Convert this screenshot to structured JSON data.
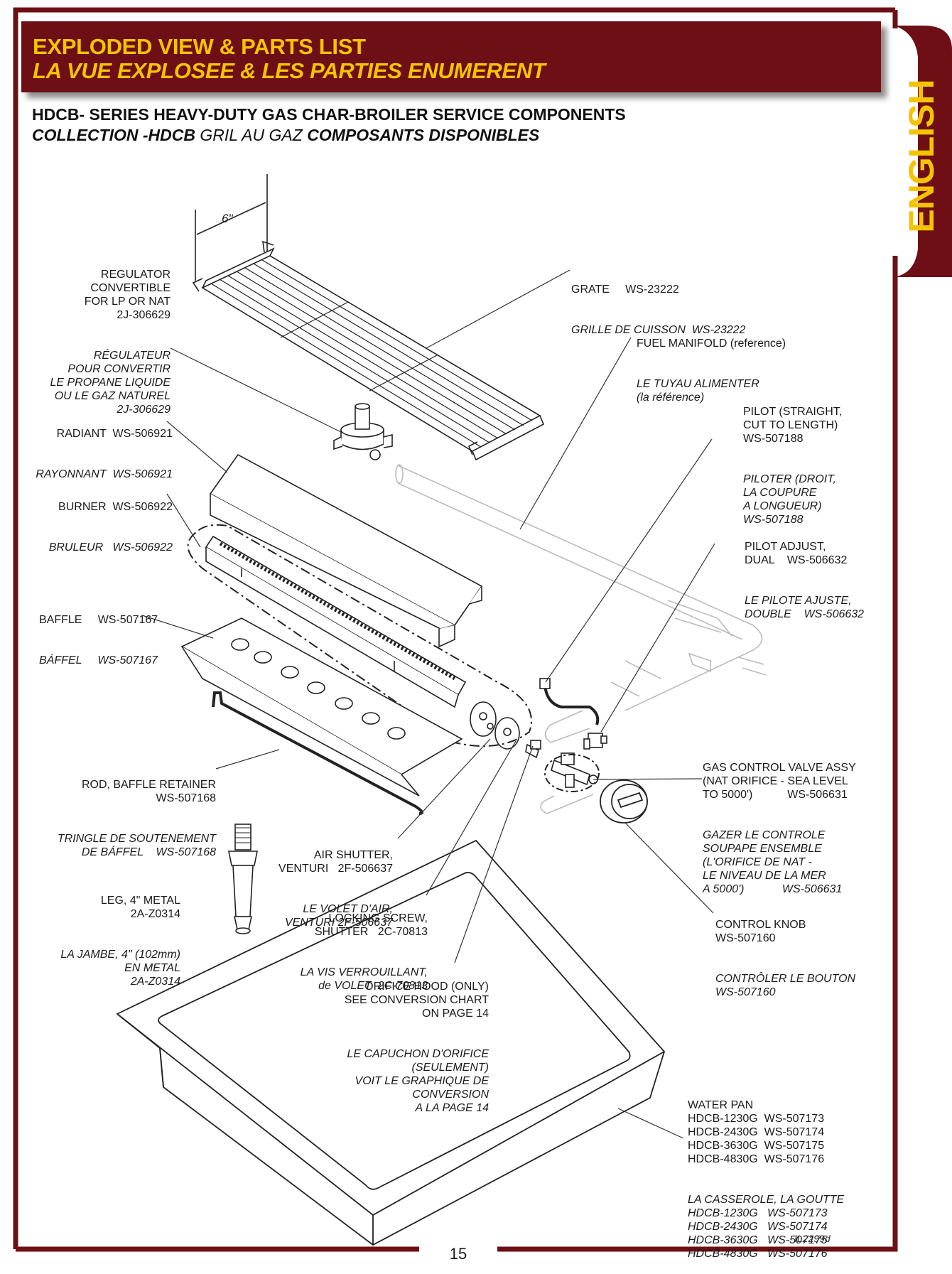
{
  "header": {
    "title_en": "EXPLODED VIEW & PARTS LIST",
    "title_fr": "LA VUE EXPLOSEE & LES PARTIES ENUMERENT",
    "tab_language": "ENGLISH"
  },
  "subtitle": {
    "line1": "HDCB- SERIES HEAVY-DUTY GAS CHAR-BROILER SERVICE COMPONENTS",
    "line2_bold_a": "COLLECTION -HDCB",
    "line2_plain": " GRIL AU GAZ ",
    "line2_bold_b": "COMPOSANTS DISPONIBLES"
  },
  "dimension_label": "6\"",
  "parts": {
    "regulator": {
      "en": "REGULATOR\nCONVERTIBLE\nFOR LP OR NAT\n2J-306629",
      "fr": "RÉGULATEUR\nPOUR CONVERTIR\nLE PROPANE LIQUIDE\nOU LE GAZ NATUREL\n2J-306629"
    },
    "grate": {
      "en": "GRATE     WS-23222",
      "fr": "GRILLE DE CUISSON  WS-23222"
    },
    "fuel_manifold": {
      "en": "FUEL MANIFOLD (reference)",
      "fr": "LE TUYAU ALIMENTER\n(la référence)"
    },
    "pilot": {
      "en": "PILOT (STRAIGHT,\nCUT TO LENGTH)\nWS-507188",
      "fr": "PILOTER (DROIT,\nLA COUPURE\nA LONGUEUR)\nWS-507188"
    },
    "radiant": {
      "en": "RADIANT  WS-506921",
      "fr": "RAYONNANT  WS-506921"
    },
    "burner": {
      "en": "BURNER  WS-506922",
      "fr": "BRULEUR   WS-506922"
    },
    "pilot_adjust": {
      "en": "PILOT ADJUST,\nDUAL    WS-506632",
      "fr": "LE PILOTE AJUSTE,\nDOUBLE    WS-506632"
    },
    "baffle": {
      "en": "BAFFLE     WS-507167",
      "fr": "BÁFFEL     WS-507167"
    },
    "gas_control_valve": {
      "en": "GAS CONTROL VALVE ASSY\n(NAT ORIFICE - SEA LEVEL\nTO 5000')           WS-506631",
      "fr": "GAZER LE CONTROLE\nSOUPAPE ENSEMBLE\n(L'ORIFICE DE NAT -\nLE NIVEAU DE LA MER\nA 5000')            WS-506631"
    },
    "rod_baffle_retainer": {
      "en": "ROD, BAFFLE RETAINER\nWS-507168",
      "fr": "TRINGLE DE SOUTENEMENT\nDE BÁFFEL    WS-507168"
    },
    "air_shutter": {
      "en": "AIR SHUTTER,\nVENTURI   2F-506637",
      "fr": "LE VOLET D'AIR,\nVENTURI 2F-506637"
    },
    "leg": {
      "en": "LEG, 4\" METAL\n2A-Z0314",
      "fr": "LA JAMBE, 4\" (102mm)\nEN METAL\n2A-Z0314"
    },
    "locking_screw": {
      "en": "LOCKING SCREW,\nSHUTTER   2C-70813",
      "fr": "LA VIS VERROUILLANT,\nde VOLET  2C-70813"
    },
    "control_knob": {
      "en": "CONTROL KNOB\nWS-507160",
      "fr": "CONTRÔLER LE BOUTON\nWS-507160"
    },
    "orifice_hood": {
      "en": "ORIFICE HOOD (ONLY)\nSEE CONVERSION CHART\nON PAGE 14",
      "fr": "LE CAPUCHON D'ORIFICE\n(SEULEMENT)\nVOIT LE GRAPHIQUE DE\nCONVERSION\nA LA PAGE 14"
    },
    "water_pan": {
      "en": "WATER PAN\nHDCB-1230G  WS-507173\nHDCB-2430G  WS-507174\nHDCB-3630G  WS-507175\nHDCB-4830G  WS-507176",
      "fr": "LA CASSEROLE, LA GOUTTE\nHDCB-1230G   WS-507173\nHDCB-2430G   WS-507174\nHDCB-3630G   WS-507175\nHDCB-4830G   WS-507176"
    }
  },
  "figure_id": "IL2299d",
  "page_number": "15",
  "colors": {
    "brand": "#6e0f16",
    "accent": "#f4c400"
  }
}
